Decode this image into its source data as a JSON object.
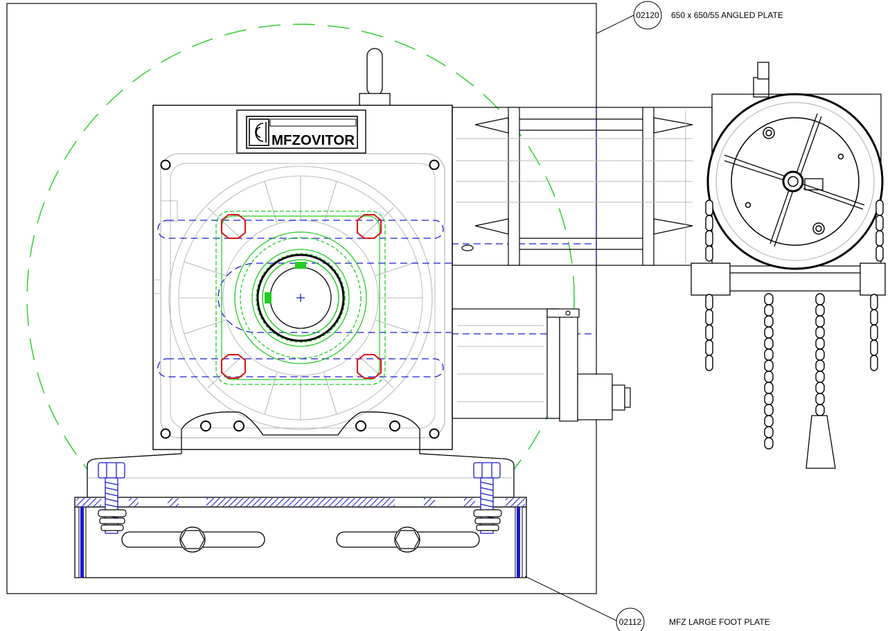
{
  "callouts": [
    {
      "id": "callout-angled-plate",
      "number": "02120",
      "label": "650 x 650/55 ANGLED PLATE"
    },
    {
      "id": "callout-foot-plate",
      "number": "02112",
      "label": "MFZ LARGE FOOT PLATE"
    }
  ],
  "logo": {
    "prefix": "MFZ",
    "suffix": "OVITOR"
  },
  "colors": {
    "line": "#000000",
    "lightline": "#b8b8b8",
    "green": "#22cc22",
    "blue": "#1a1acc",
    "red": "#e01010"
  }
}
